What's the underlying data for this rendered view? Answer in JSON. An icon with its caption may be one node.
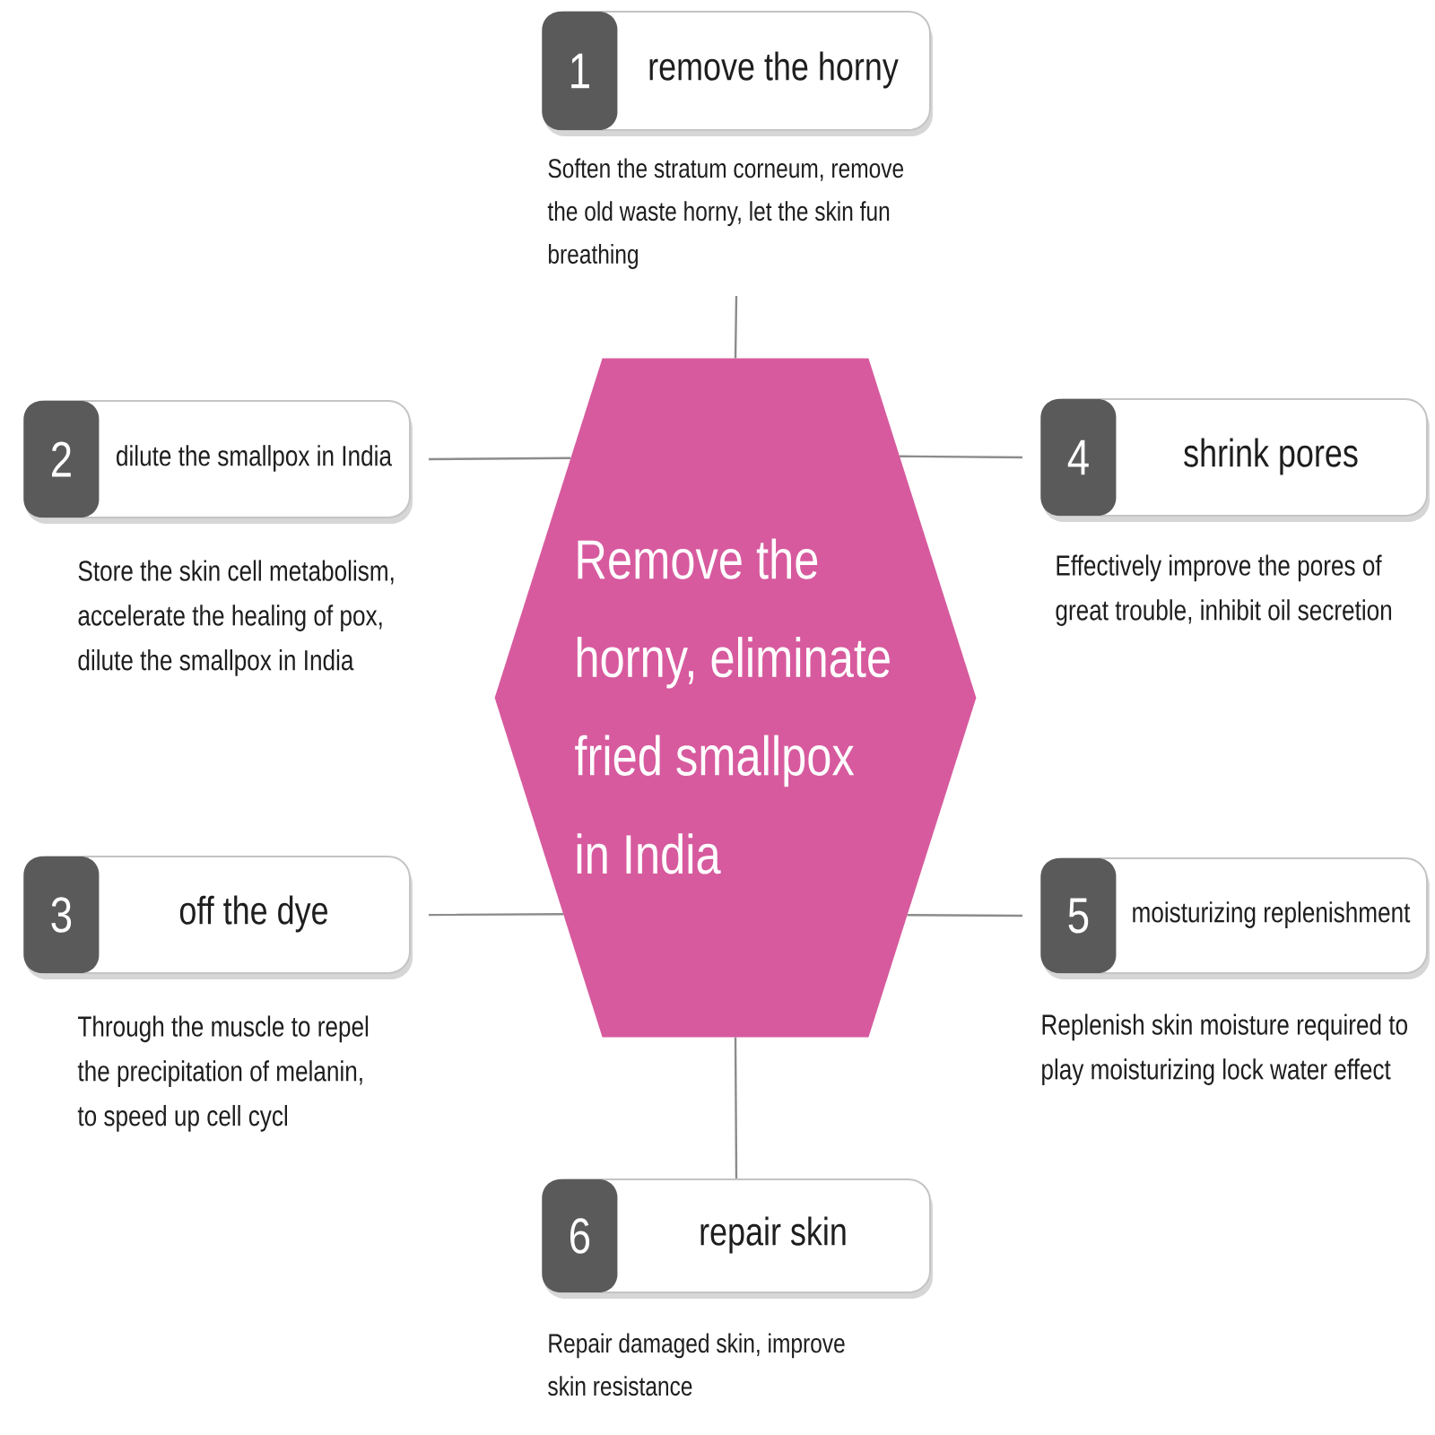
{
  "diagram": {
    "nodes": [
      {
        "text": [
          "Remove the horny, eliminate fried smallpox in India"
        ]
      },
      {
        "text": [
          "1",
          "remove the horny"
        ],
        "beside": [
          "Soften the stratum corneum, remove the old waste horny, let the skin fun breathing"
        ]
      },
      {
        "text": [
          "2",
          "dilute the smallpox in India"
        ],
        "beside": [
          "Store the skin cell metabolism, accelerate the healing of pox, dilute the smallpox in India"
        ]
      },
      {
        "text": [
          "3",
          "off the dye"
        ],
        "beside": [
          "Through the muscle to repel the precipitation of melanin, to speed up cell cycl"
        ]
      },
      {
        "text": [
          "4",
          "shrink pores"
        ],
        "beside": [
          "Effectively improve the pores of great trouble, inhibit oil secretion"
        ]
      },
      {
        "text": [
          "5",
          "moisturizing replenishment"
        ],
        "beside": [
          "Replenish skin moisture required to play moisturizing lock water effect"
        ]
      },
      {
        "text": [
          "6",
          "repair skin"
        ],
        "beside": [
          "Repair damaged skin, improve skin resistance"
        ]
      }
    ],
    "edges": [
      {
        "from": 0,
        "to": 1,
        "arrow": "none"
      },
      {
        "from": 0,
        "to": 2,
        "arrow": "none"
      },
      {
        "from": 0,
        "to": 3,
        "arrow": "none"
      },
      {
        "from": 0,
        "to": 4,
        "arrow": "none"
      },
      {
        "from": 0,
        "to": 5,
        "arrow": "none"
      },
      {
        "from": 0,
        "to": 6,
        "arrow": "none"
      }
    ]
  }
}
